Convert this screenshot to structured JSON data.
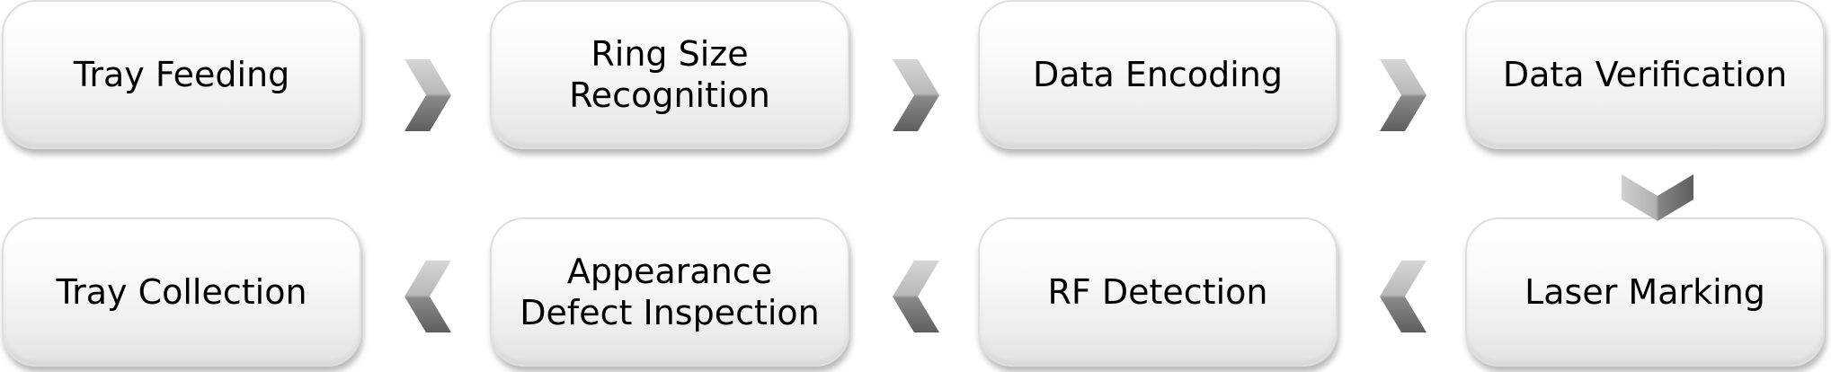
{
  "steps": [
    {
      "id": "tray-feeding",
      "label": "Tray Feeding"
    },
    {
      "id": "ring-size-recognition",
      "label": "Ring Size\nRecognition"
    },
    {
      "id": "data-encoding",
      "label": "Data Encoding"
    },
    {
      "id": "data-verification",
      "label": "Data Verification"
    },
    {
      "id": "laser-marking",
      "label": "Laser Marking"
    },
    {
      "id": "rf-detection",
      "label": "RF Detection"
    },
    {
      "id": "appearance-defect-inspection",
      "label": "Appearance\nDefect Inspection"
    },
    {
      "id": "tray-collection",
      "label": "Tray Collection"
    }
  ],
  "arrows": [
    {
      "from": "tray-feeding",
      "to": "ring-size-recognition",
      "direction": "right",
      "icon": "chevron-right-icon"
    },
    {
      "from": "ring-size-recognition",
      "to": "data-encoding",
      "direction": "right",
      "icon": "chevron-right-icon"
    },
    {
      "from": "data-encoding",
      "to": "data-verification",
      "direction": "right",
      "icon": "chevron-right-icon"
    },
    {
      "from": "data-verification",
      "to": "laser-marking",
      "direction": "down",
      "icon": "chevron-down-icon"
    },
    {
      "from": "laser-marking",
      "to": "rf-detection",
      "direction": "left",
      "icon": "chevron-left-icon"
    },
    {
      "from": "rf-detection",
      "to": "appearance-defect-inspection",
      "direction": "left",
      "icon": "chevron-left-icon"
    },
    {
      "from": "appearance-defect-inspection",
      "to": "tray-collection",
      "direction": "left",
      "icon": "chevron-left-icon"
    }
  ],
  "colors": {
    "box_border": "#dedede",
    "text": "#000000",
    "arrow_light": "#d4d4d4",
    "arrow_dark": "#6a6a6a"
  }
}
